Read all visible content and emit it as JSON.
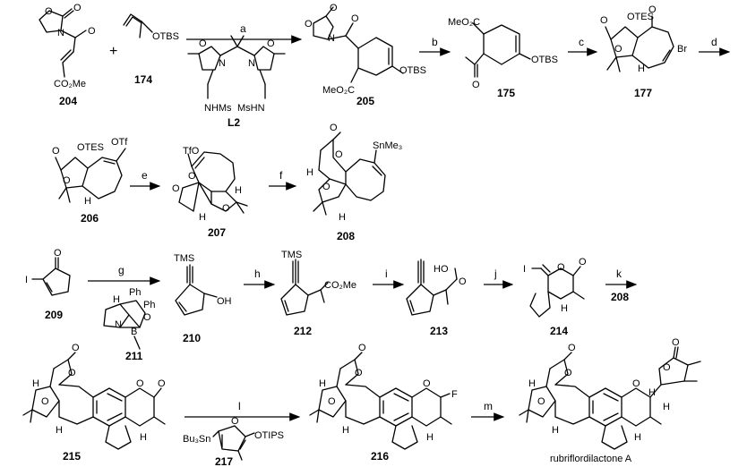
{
  "scheme": {
    "rows": [
      {
        "compounds": [
          {
            "id": "c204",
            "number": "204",
            "labels": [
              "O",
              "O",
              "N",
              "O",
              "CO₂Me"
            ]
          },
          {
            "id": "c174",
            "number": "174",
            "labels": [
              "OTBS"
            ]
          },
          {
            "id": "cL2",
            "number": "L2",
            "labels": [
              "O",
              "N",
              "N",
              "O",
              "NHMs",
              "MsHN"
            ]
          },
          {
            "id": "c205",
            "number": "205",
            "labels": [
              "O",
              "O",
              "N",
              "O",
              "MeO₂C",
              "OTBS"
            ]
          },
          {
            "id": "c175",
            "number": "175",
            "labels": [
              "MeO₂C",
              "O",
              "OTBS"
            ]
          },
          {
            "id": "c177",
            "number": "177",
            "labels": [
              "O",
              "OTES",
              "O",
              "O",
              "H",
              "Br"
            ]
          }
        ],
        "arrows": [
          {
            "id": "a",
            "label": "a"
          },
          {
            "id": "b",
            "label": "b"
          },
          {
            "id": "c",
            "label": "c"
          },
          {
            "id": "d",
            "label": "d"
          }
        ],
        "plus": "+"
      },
      {
        "compounds": [
          {
            "id": "c206",
            "number": "206",
            "labels": [
              "O",
              "OTES",
              "OTf",
              "O",
              "H"
            ]
          },
          {
            "id": "c207",
            "number": "207",
            "labels": [
              "TfO",
              "O",
              "O",
              "H",
              "O",
              "H"
            ]
          },
          {
            "id": "c208",
            "number": "208",
            "labels": [
              "O",
              "O",
              "SnMe₃",
              "H",
              "O",
              "H"
            ]
          }
        ],
        "arrows": [
          {
            "id": "e",
            "label": "e"
          },
          {
            "id": "f",
            "label": "f"
          }
        ]
      },
      {
        "compounds": [
          {
            "id": "c209",
            "number": "209",
            "labels": [
              "O",
              "I"
            ]
          },
          {
            "id": "c211",
            "number": "211",
            "labels": [
              "H",
              "Ph",
              "Ph",
              "O",
              "N",
              "B"
            ]
          },
          {
            "id": "c210",
            "number": "210",
            "labels": [
              "TMS",
              "OH"
            ]
          },
          {
            "id": "c212",
            "number": "212",
            "labels": [
              "TMS",
              "CO₂Me"
            ]
          },
          {
            "id": "c213",
            "number": "213",
            "labels": [
              "HO",
              "O"
            ]
          },
          {
            "id": "c214",
            "number": "214",
            "labels": [
              "I",
              "O",
              "O",
              "H"
            ]
          }
        ],
        "arrows": [
          {
            "id": "g",
            "label": "g"
          },
          {
            "id": "h",
            "label": "h"
          },
          {
            "id": "i",
            "label": "i"
          },
          {
            "id": "j",
            "label": "j"
          },
          {
            "id": "k",
            "label": "k",
            "reagent": "208"
          }
        ]
      },
      {
        "compounds": [
          {
            "id": "c215",
            "number": "215",
            "labels": [
              "O",
              "O",
              "H",
              "O",
              "H",
              "O",
              "O",
              "H"
            ]
          },
          {
            "id": "c217",
            "number": "217",
            "labels": [
              "Bu₃Sn",
              "O",
              "OTIPS"
            ]
          },
          {
            "id": "c216",
            "number": "216",
            "labels": [
              "O",
              "O",
              "H",
              "O",
              "H",
              "O",
              "F",
              "H"
            ]
          },
          {
            "id": "crub",
            "number": "rubriflordilactone A",
            "labels": [
              "O",
              "O",
              "H",
              "O",
              "H",
              "O",
              "O",
              "O",
              "H",
              "H",
              "H"
            ]
          }
        ],
        "arrows": [
          {
            "id": "l",
            "label": "l"
          },
          {
            "id": "m",
            "label": "m"
          }
        ]
      }
    ]
  }
}
